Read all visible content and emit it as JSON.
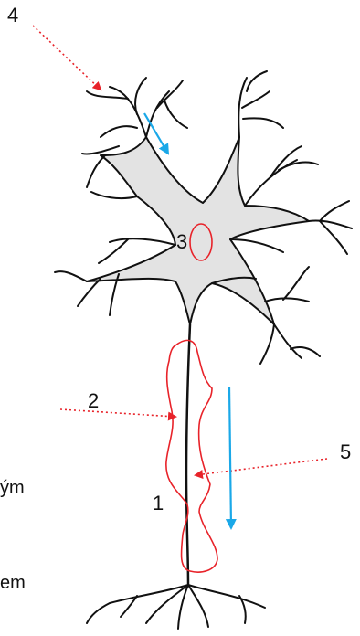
{
  "labels": {
    "l1": "1",
    "l2": "2",
    "l3": "3",
    "l4": "4",
    "l5": "5"
  },
  "cut_text": {
    "upper": "ým",
    "lower": "em"
  },
  "colors": {
    "outline": "#111111",
    "soma_fill": "#e3e3e3",
    "pointer": "#e8232a",
    "flow": "#1aa8e8"
  }
}
